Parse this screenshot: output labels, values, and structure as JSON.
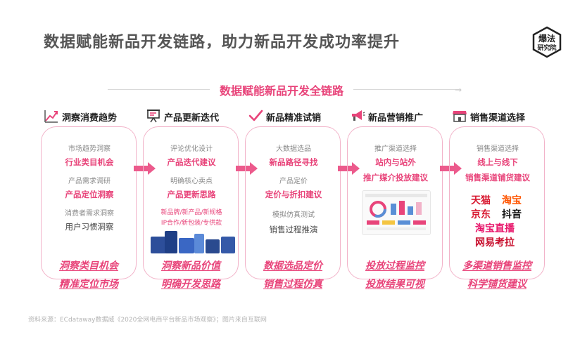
{
  "title": "数据赋能新品开发链路，助力新品开发成功率提升",
  "logo": {
    "line1": "爆法",
    "line2": "研究院"
  },
  "chain_title": "数据赋能新品开发全链路",
  "colors": {
    "accent": "#e8447a",
    "border": "#f2b3c9",
    "arrow": "#ec5a8c"
  },
  "columns": [
    {
      "icon": "trend-chart-icon",
      "title": "洞察消费趋势",
      "items": [
        {
          "sub": "市场趋势洞察",
          "main": "行业类目机会"
        },
        {
          "sub": "产品需求调研",
          "main": "产品定位洞察"
        },
        {
          "sub": "消费者需求洞察",
          "main": "用户习惯洞察"
        }
      ],
      "bottom": [
        "洞察类目机会",
        "精准定位市场"
      ]
    },
    {
      "icon": "presentation-board-icon",
      "title": "产品更新迭代",
      "items": [
        {
          "sub": "评论优化设计",
          "main": "产品迭代建议"
        },
        {
          "sub": "明确核心卖点",
          "main": "产品更新思路"
        }
      ],
      "small": [
        "新品牌/新产品/新规格",
        "IP合作/新包装/专供款"
      ],
      "bottom": [
        "洞察新品价值",
        "明确开发思路"
      ]
    },
    {
      "icon": "checkmark-icon",
      "title": "新品精准试销",
      "items": [
        {
          "sub": "大数据选品",
          "main": "新品路径寻找"
        },
        {
          "sub": "产品定价",
          "main": "定价与折扣建议"
        }
      ],
      "extra": {
        "sub": "模拟仿真测试",
        "main": "销售过程推演"
      },
      "bottom": [
        "数据选品定价",
        "销售过程仿真"
      ]
    },
    {
      "icon": "megaphone-icon",
      "title": "新品营销推广",
      "items": [
        {
          "sub": "推广渠道选择",
          "main": "站内与站外"
        }
      ],
      "main2": "推广媒介投放建议",
      "bottom": [
        "投放过程监控",
        "投放结果可视"
      ]
    },
    {
      "icon": "storefront-icon",
      "title": "销售渠道选择",
      "items": [
        {
          "sub": "销售渠道选择",
          "main": "线上与线下"
        }
      ],
      "main2": "销售渠道铺货建议",
      "brands": [
        "天猫",
        "淘宝",
        "京东",
        "抖音",
        "淘宝直播",
        "网易考拉"
      ],
      "bottom": [
        "多渠道销售监控",
        "科学铺货建议"
      ]
    }
  ],
  "source": "资料来源：ECdataway数据威《2020全网电商平台新品市场观察》；图片来自互联网"
}
